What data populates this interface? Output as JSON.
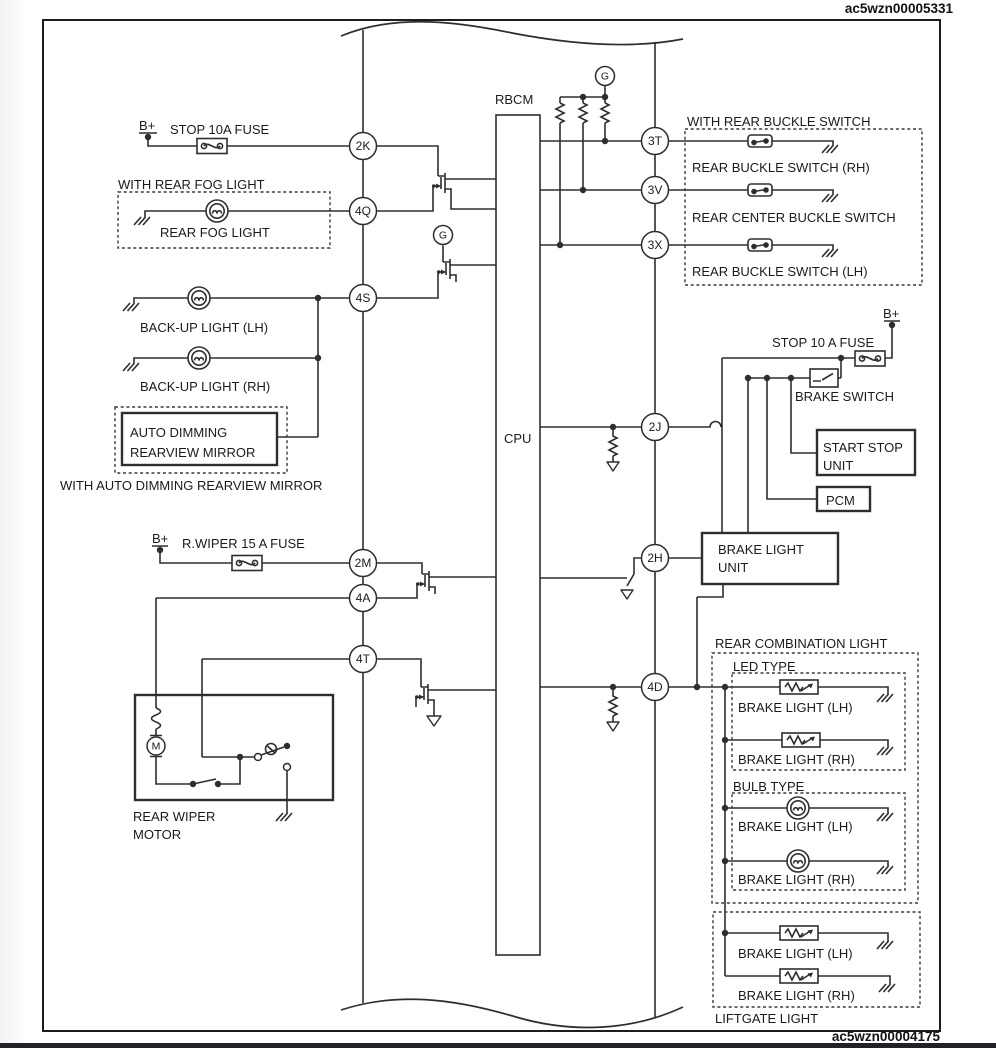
{
  "page": {
    "code_top": "ac5wzn00005331",
    "code_bottom": "ac5wzn00004175"
  },
  "module": {
    "name": "RBCM",
    "cpu": "CPU"
  },
  "symbols": {
    "battery": "B+",
    "ground": "G",
    "motor": "M"
  },
  "connectors": {
    "left": [
      "2K",
      "4Q",
      "4S",
      "2M",
      "4A",
      "4T"
    ],
    "right": [
      "3T",
      "3V",
      "3X",
      "2J",
      "2H",
      "4D"
    ]
  },
  "left_side": {
    "stop_fuse": "STOP 10A  FUSE",
    "with_rear_fog": "WITH REAR FOG LIGHT",
    "rear_fog": "REAR FOG LIGHT",
    "backup_lh": "BACK-UP LIGHT (LH)",
    "backup_rh": "BACK-UP LIGHT (RH)",
    "auto_dim_1": "AUTO DIMMING",
    "auto_dim_2": "REARVIEW MIRROR",
    "with_auto_dim": "WITH AUTO DIMMING REARVIEW MIRROR",
    "rwiper_fuse": "R.WIPER 15 A FUSE",
    "rear_wiper_1": "REAR WIPER",
    "rear_wiper_2": "MOTOR"
  },
  "right_side": {
    "with_rear_buckle": "WITH REAR BUCKLE SWITCH",
    "buckle_rh": "REAR BUCKLE SWITCH (RH)",
    "buckle_center": "REAR CENTER BUCKLE SWITCH",
    "buckle_lh": "REAR BUCKLE SWITCH (LH)",
    "stop_fuse": "STOP 10 A FUSE",
    "brake_switch": "BRAKE SWITCH",
    "start_stop_1": "START STOP",
    "start_stop_2": "UNIT",
    "pcm": "PCM",
    "brake_light_unit_1": "BRAKE LIGHT",
    "brake_light_unit_2": "UNIT",
    "rear_combination": "REAR COMBINATION LIGHT",
    "led_type": "LED TYPE",
    "bulb_type": "BULB TYPE",
    "brake_lh": "BRAKE LIGHT (LH)",
    "brake_rh": "BRAKE LIGHT (RH)",
    "liftgate": "LIFTGATE LIGHT"
  }
}
